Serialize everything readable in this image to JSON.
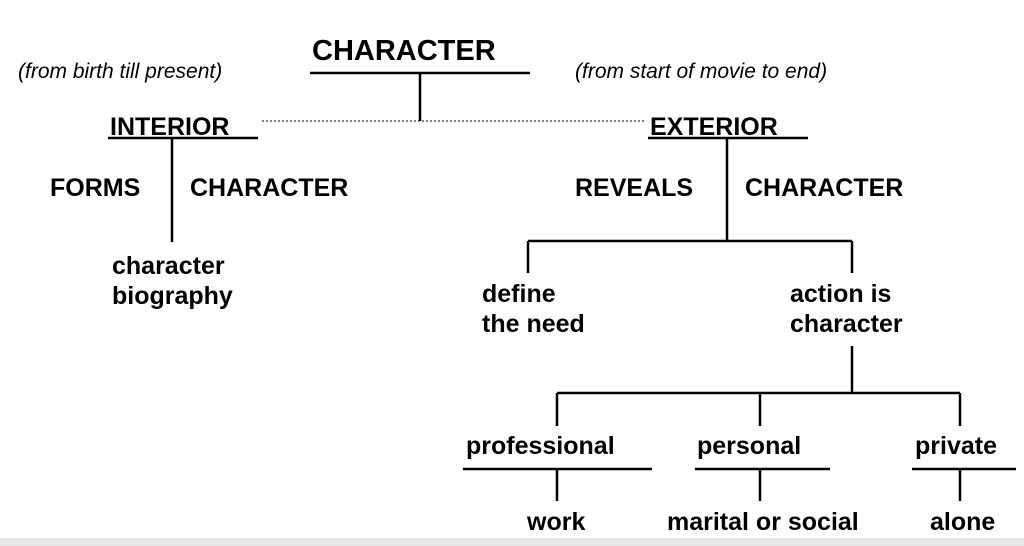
{
  "root": {
    "title": "CHARACTER",
    "left_note": "(from birth till present)",
    "right_note": "(from start of movie to end)"
  },
  "interior": {
    "title": "INTERIOR",
    "verb": "FORMS",
    "object": "CHARACTER",
    "result_line1": "character",
    "result_line2": "biography"
  },
  "exterior": {
    "title": "EXTERIOR",
    "verb": "REVEALS",
    "object": "CHARACTER",
    "branch_left_line1": "define",
    "branch_left_line2": "the need",
    "branch_right_line1": "action is",
    "branch_right_line2": "character"
  },
  "aspects": [
    {
      "label": "professional",
      "detail": "work"
    },
    {
      "label": "personal",
      "detail": "marital or social"
    },
    {
      "label": "private",
      "detail": "alone"
    }
  ]
}
